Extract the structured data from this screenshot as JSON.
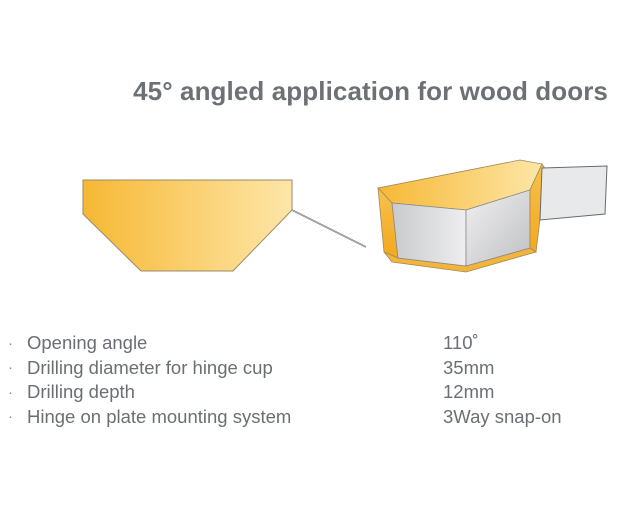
{
  "title": "45° angled application for wood doors",
  "specs": [
    {
      "bullet": "·",
      "label": "Opening angle",
      "value": "110˚"
    },
    {
      "bullet": "·",
      "label": "Drilling diameter for hinge cup",
      "value": "35mm"
    },
    {
      "bullet": "·",
      "label": "Drilling depth",
      "value": "12mm"
    },
    {
      "bullet": "·",
      "label": "Hinge on plate mounting system",
      "value": "3Way snap-on"
    }
  ],
  "colors": {
    "wood_light": "#fde9b0",
    "wood_dark": "#f6b834",
    "panel_grey": "#d6d7d9",
    "edge_grey": "#7a7a7a",
    "text_grey": "#6b6f74"
  }
}
